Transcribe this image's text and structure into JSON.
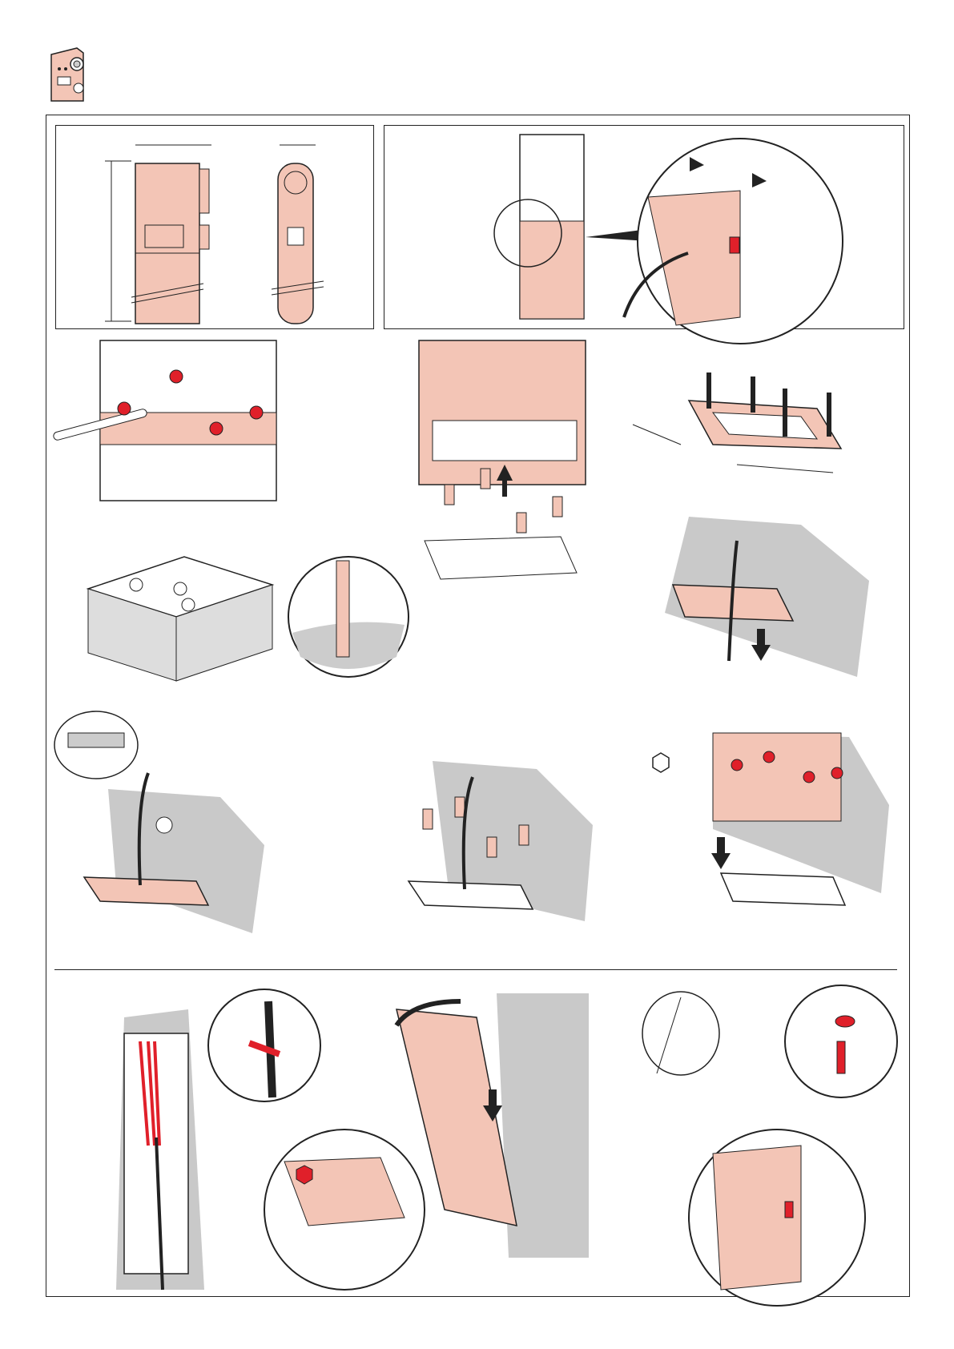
{
  "page": {
    "title": "",
    "header_icon": "charging-station-icon",
    "colors": {
      "salmon": "#f3c5b6",
      "red": "#e0202a",
      "grey": "#c9c9c9",
      "line": "#222222",
      "white": "#ffffff"
    }
  },
  "steps": [
    {
      "id": "dimensions",
      "icon": "dimension-view-icon"
    },
    {
      "id": "remove-cover",
      "icon": "cover-removal-icon"
    },
    {
      "id": "unscrew-base",
      "icon": "wrench-icon"
    },
    {
      "id": "lift-housing",
      "icon": "up-arrow-icon"
    },
    {
      "id": "mounting-plate",
      "icon": "mounting-plate-icon"
    },
    {
      "id": "foundation",
      "icon": "concrete-block-icon"
    },
    {
      "id": "cable-feed",
      "icon": "down-arrow-icon"
    },
    {
      "id": "plate-with-cable",
      "icon": "cable-icon"
    },
    {
      "id": "spacers",
      "icon": "spacer-icon"
    },
    {
      "id": "fix-housing",
      "icon": "hex-nut-icon"
    },
    {
      "id": "wire-routing",
      "icon": "cable-tie-icon"
    },
    {
      "id": "attach-cover",
      "icon": "rotate-arrow-icon"
    },
    {
      "id": "ground-screw",
      "icon": "earth-ground-icon"
    }
  ]
}
